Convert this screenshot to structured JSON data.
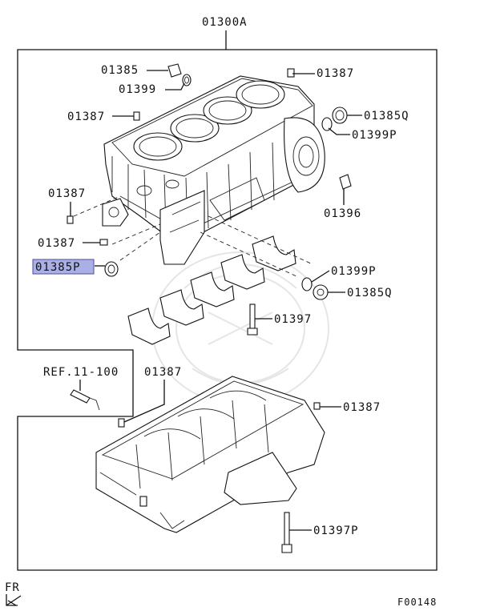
{
  "diagram_id": "F00148",
  "top_assembly": "01300A",
  "orientation_label": "FR",
  "callouts": {
    "c01385": "01385",
    "c01399": "01399",
    "c01387_tr": "01387",
    "c01387_tl": "01387",
    "c01385Q_top": "01385Q",
    "c01399P_top": "01399P",
    "c01387_l1": "01387",
    "c01396": "01396",
    "c01387_l2": "01387",
    "c01385P": "01385P",
    "c01399P_mid": "01399P",
    "c01385Q_mid": "01385Q",
    "c01397": "01397",
    "ref": "REF.11-100",
    "c01387_lower": "01387",
    "c01387_lower_r": "01387",
    "c01397P": "01397P"
  },
  "highlight_color": "#aab0e6"
}
